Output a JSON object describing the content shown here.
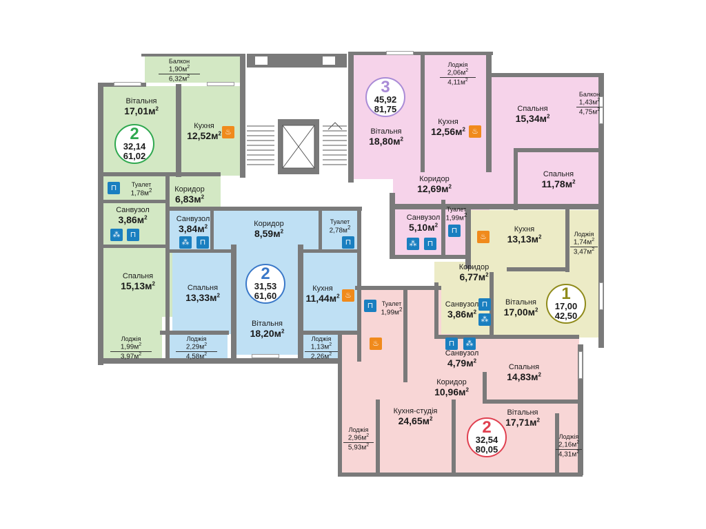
{
  "unit_sup": "2",
  "apartments": [
    {
      "id": "apt-2-green",
      "rooms": "2",
      "living": "32,14",
      "total": "61,02",
      "color": "#2fa84f"
    },
    {
      "id": "apt-3-pink",
      "rooms": "3",
      "living": "45,92",
      "total": "81,75",
      "color": "#a98bd6"
    },
    {
      "id": "apt-2-blue",
      "rooms": "2",
      "living": "31,53",
      "total": "61,60",
      "color": "#3a78c8"
    },
    {
      "id": "apt-1-olive",
      "rooms": "1",
      "living": "17,00",
      "total": "42,50",
      "color": "#8f8a1a"
    },
    {
      "id": "apt-2-red",
      "rooms": "2",
      "living": "32,54",
      "total": "80,05",
      "color": "#e04050"
    }
  ],
  "rooms": [
    {
      "name": "Вітальня",
      "area": "17,01м"
    },
    {
      "name": "Кухня",
      "area": "12,52м"
    },
    {
      "name": "Туалет",
      "area": "1,78м"
    },
    {
      "name": "Коридор",
      "area": "6,83м"
    },
    {
      "name": "Санвузол",
      "area": "3,86м"
    },
    {
      "name": "Спальня",
      "area": "15,13м"
    },
    {
      "name": "Санвузол",
      "area": "3,84м"
    },
    {
      "name": "Коридор",
      "area": "8,59м"
    },
    {
      "name": "Туалет",
      "area": "2,78м"
    },
    {
      "name": "Спальня",
      "area": "13,33м"
    },
    {
      "name": "Вітальня",
      "area": "18,20м"
    },
    {
      "name": "Кухня",
      "area": "11,44м"
    },
    {
      "name": "Вітальня",
      "area": "18,80м"
    },
    {
      "name": "Кухня",
      "area": "12,56м"
    },
    {
      "name": "Спальня",
      "area": "15,34м"
    },
    {
      "name": "Спальня",
      "area": "11,78м"
    },
    {
      "name": "Коридор",
      "area": "12,69м"
    },
    {
      "name": "Санвузол",
      "area": "5,10м"
    },
    {
      "name": "Туалет",
      "area": "1,99м"
    },
    {
      "name": "Кухня",
      "area": "13,13м"
    },
    {
      "name": "Коридор",
      "area": "6,77м"
    },
    {
      "name": "Санвузол",
      "area": "3,86м"
    },
    {
      "name": "Вітальня",
      "area": "17,00м"
    },
    {
      "name": "Туалет",
      "area": "1,99м"
    },
    {
      "name": "Санвузол",
      "area": "4,79м"
    },
    {
      "name": "Коридор",
      "area": "10,96м"
    },
    {
      "name": "Кухня-студія",
      "area": "24,65м"
    },
    {
      "name": "Спальня",
      "area": "14,83м"
    },
    {
      "name": "Вітальня",
      "area": "17,71м"
    }
  ],
  "outdoor": [
    {
      "name": "Балкон",
      "a": "1,90м",
      "b": "6,32м"
    },
    {
      "name": "Лоджія",
      "a": "1,99м",
      "b": "3,97м"
    },
    {
      "name": "Лоджія",
      "a": "2,29м",
      "b": "4,58м"
    },
    {
      "name": "Лоджія",
      "a": "1,13м",
      "b": "2,26м"
    },
    {
      "name": "Лоджія",
      "a": "2,06м",
      "b": "4,11м"
    },
    {
      "name": "Балкон",
      "a": "1,43м",
      "b": "4,75м"
    },
    {
      "name": "Лоджія",
      "a": "1,74м",
      "b": "3,47м"
    },
    {
      "name": "Лоджія",
      "a": "2,96м",
      "b": "5,93м"
    },
    {
      "name": "Лоджія",
      "a": "2,16м",
      "b": "4,31м"
    }
  ],
  "colors": {
    "green": "#d3e8c4",
    "blue": "#bfe0f4",
    "pink": "#f6d3ea",
    "olive": "#ecebc6",
    "salmon": "#f8d6d6",
    "wall": "#7a7a7a"
  }
}
